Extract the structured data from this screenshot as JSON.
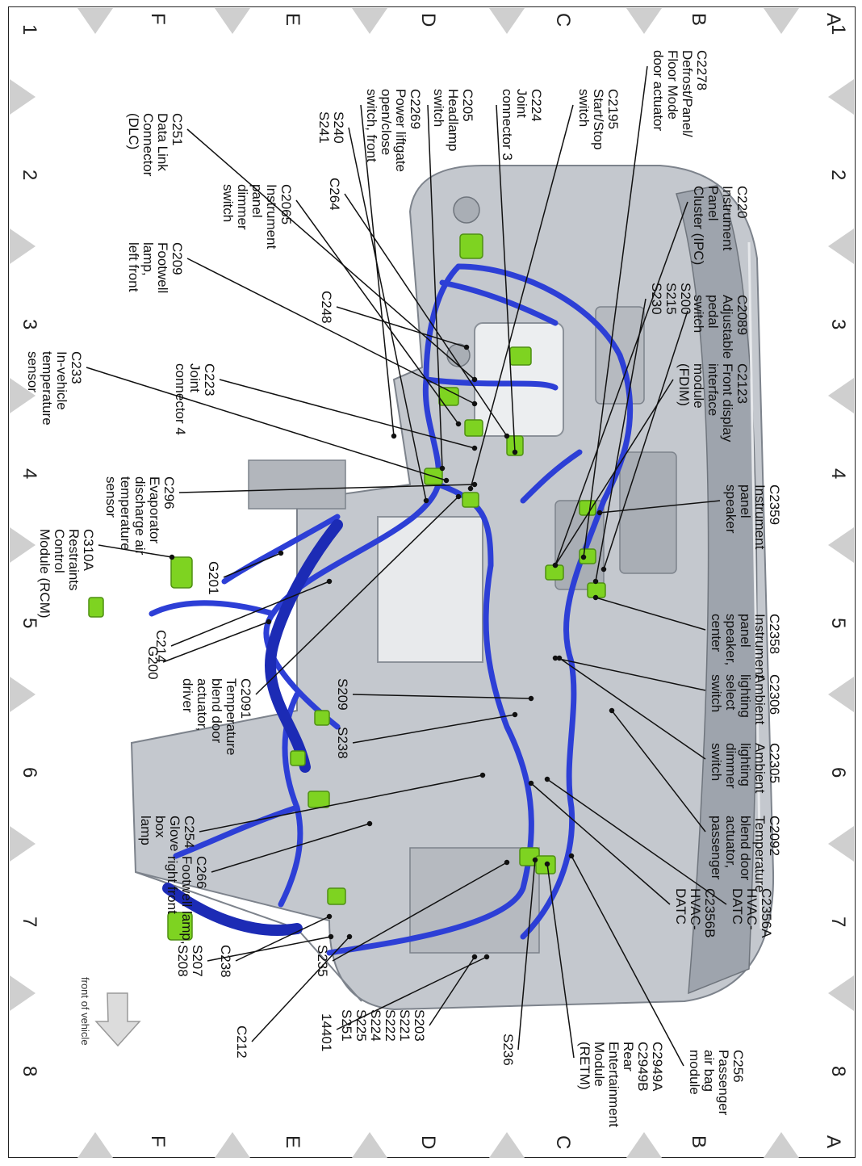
{
  "grid": {
    "columns": [
      "1",
      "2",
      "3",
      "4",
      "5",
      "6",
      "7",
      "8"
    ],
    "rows": [
      "A",
      "B",
      "C",
      "D",
      "E",
      "F"
    ]
  },
  "front_note": "front of vehicle",
  "colors": {
    "harness": "#2d3fd6",
    "connector": "#7ed321",
    "panel": "#bfc3c9",
    "frame": "#222222"
  },
  "callouts": [
    {
      "id": "c2278",
      "text": "C2278\nDefrost/Panel/\nFloor Mode\ndoor actuator"
    },
    {
      "id": "c2195",
      "text": "C2195\nStart/Stop\nswitch"
    },
    {
      "id": "c224",
      "text": "C224\nJoint\nconnector 3"
    },
    {
      "id": "c205",
      "text": "C205\nHeadlamp\nswitch"
    },
    {
      "id": "c2269",
      "text": "C2269\nPower liftgate\nopen/close\nswitch, front"
    },
    {
      "id": "s240",
      "text": "S240\nS241"
    },
    {
      "id": "c251",
      "text": "C251\nData Link\nConnector\n(DLC)"
    },
    {
      "id": "c220",
      "text": "C220\nInstrument\nPanel\nCluster (IPC)"
    },
    {
      "id": "c264",
      "text": "C264"
    },
    {
      "id": "c2065",
      "text": "C2065\nInstrument\npanel\ndimmer\nswitch"
    },
    {
      "id": "c2089",
      "text": "C2089\nAdjustable\npedal\nswitch"
    },
    {
      "id": "s200",
      "text": "S200\nS215\nS230"
    },
    {
      "id": "c248",
      "text": "C248"
    },
    {
      "id": "c209",
      "text": "C209\nFootwell\nlamp,\nleft front"
    },
    {
      "id": "c2123",
      "text": "C2123\nFront display\ninterface\nmodule\n(FDIM)"
    },
    {
      "id": "c223",
      "text": "C223\nJoint\nconnector 4"
    },
    {
      "id": "c233",
      "text": "C233\nIn-vehicle\ntemperature\nsensor"
    },
    {
      "id": "c2359",
      "text": "C2359\nInstrument\npanel\nspeaker"
    },
    {
      "id": "c296",
      "text": "C296\nEvaporator\ndischarge air\ntemperature\nsensor"
    },
    {
      "id": "c310a",
      "text": "C310A\nRestraints\nControl\nModule (RCM)"
    },
    {
      "id": "g201",
      "text": "G201"
    },
    {
      "id": "c2358",
      "text": "C2358\nInstrument\npanel\nspeaker,\ncenter"
    },
    {
      "id": "c214",
      "text": "C214"
    },
    {
      "id": "g200",
      "text": "G200"
    },
    {
      "id": "c2091",
      "text": "C2091\nTemperature\nblend door\nactuator,\ndriver"
    },
    {
      "id": "s209",
      "text": "S209"
    },
    {
      "id": "s238",
      "text": "S238"
    },
    {
      "id": "c2306",
      "text": "C2306\nAmbient\nlighting\nselect\nswitch"
    },
    {
      "id": "c2305",
      "text": "C2305\nAmbient\nlighting\ndimmer\nswitch"
    },
    {
      "id": "c2092",
      "text": "C2092\nTemperature\nblend door\nactuator,\npassenger"
    },
    {
      "id": "c254",
      "text": "C254\nGlove\nbox\nlamp"
    },
    {
      "id": "c266",
      "text": "C266\nFootwell lamp,\nright front"
    },
    {
      "id": "c2356a",
      "text": "C2356A\nHVAC-\nDATC"
    },
    {
      "id": "c2356b",
      "text": "C2356B\nHVAC-\nDATC"
    },
    {
      "id": "c238",
      "text": "C238"
    },
    {
      "id": "s207",
      "text": "S207\nS208"
    },
    {
      "id": "s235",
      "text": "S235"
    },
    {
      "id": "c212",
      "text": "C212"
    },
    {
      "id": "h14401",
      "text": "14401"
    },
    {
      "id": "s203",
      "text": "S203\nS221\nS222\nS224\nS225\nS251"
    },
    {
      "id": "s236",
      "text": "S236"
    },
    {
      "id": "c2949",
      "text": "C2949A\nC2949B\nRear\nEntertainment\nModule\n(RETM)"
    },
    {
      "id": "c256",
      "text": "C256\nPassenger\nair bag\nmodule"
    }
  ]
}
